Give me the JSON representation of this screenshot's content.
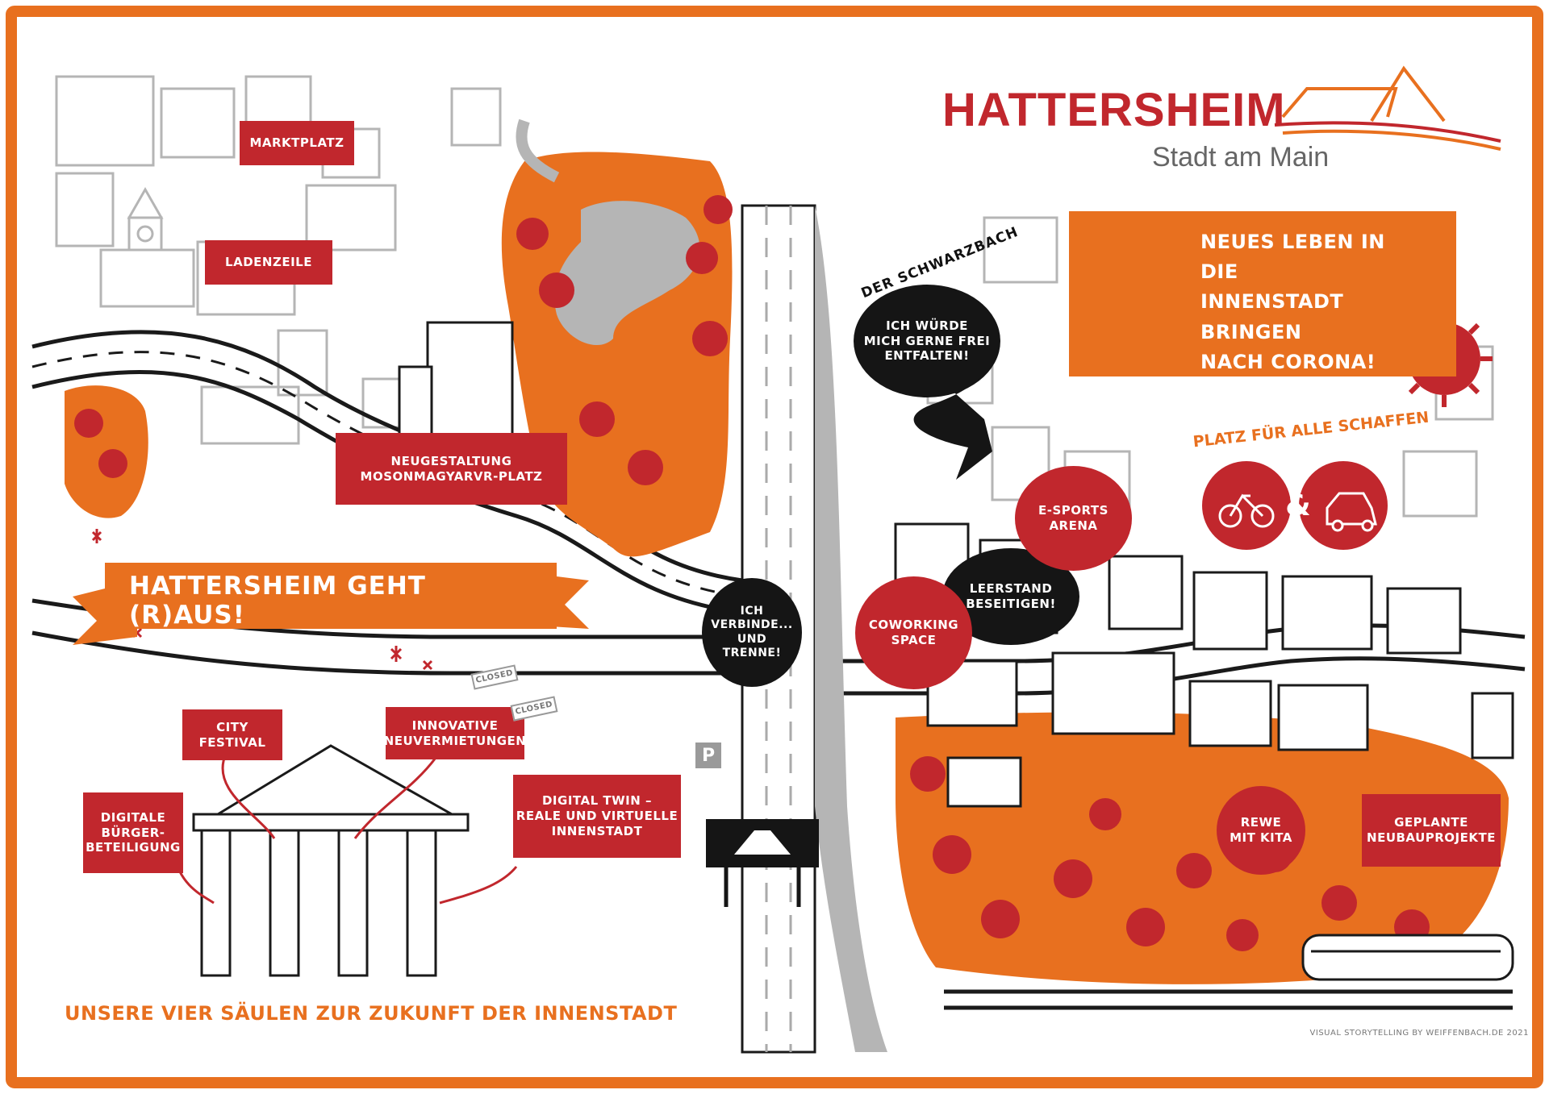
{
  "logo": {
    "title": "HATTERSHEIM",
    "subtitle": "Stadt am Main",
    "icon": "house-outline-icon",
    "color": "#c1272d"
  },
  "colors": {
    "red": "#c1272d",
    "orange": "#e8701f",
    "black": "#151515",
    "grey": "#b5b5b5",
    "border": "#e8701f"
  },
  "banner": {
    "text": "HATTERSHEIM GEHT (R)AUS!"
  },
  "labels": {
    "marktplatz": "MARKTPLATZ",
    "ladenzeile": "LADENZEILE",
    "neugestaltung": "NEUGESTALTUNG\nMOSONMAGYARVR-PLATZ",
    "city_festival": "CITY\nFESTIVAL",
    "innovative": "INNOVATIVE\nNEUVERMIETUNGEN",
    "digital_twin": "DIGITAL TWIN –\nREALE UND VIRTUELLE\nINNENSTADT",
    "digitale": "DIGITALE\nBÜRGER-\nBETEILIGUNG",
    "esports": "E-SPORTS\nARENA",
    "coworking": "COWORKING\nSPACE",
    "rewe": "REWE\nMIT KITA",
    "geplante": "GEPLANTE\nNEUBAUPROJEKTE"
  },
  "speech": {
    "schwarzbach": "ICH WÜRDE\nMICH GERNE FREI\nENTFALTEN!",
    "verbinde": "ICH\nVERBINDE...\nUND\nTRENNE!",
    "leerstand": "LEERSTAND\nBESEITIGEN!"
  },
  "river_name": "DER SCHWARZBACH",
  "corona_message": "NEUES LEBEN IN\nDIE INNENSTADT\nBRINGEN\nNACH CORONA!",
  "platz_title": "PLATZ FÜR ALLE SCHAFFEN",
  "platz_icons": [
    "bicycle-icon",
    "car-icon"
  ],
  "platz_connector": "&",
  "closed_signs": [
    "CLOSED",
    "CLOSED"
  ],
  "parking_sign": "P",
  "footer": "UNSERE VIER SÄULEN ZUR ZUKUNFT DER INNENSTADT",
  "credit": "VISUAL STORYTELLING BY WEIFFENBACH.DE 2021"
}
